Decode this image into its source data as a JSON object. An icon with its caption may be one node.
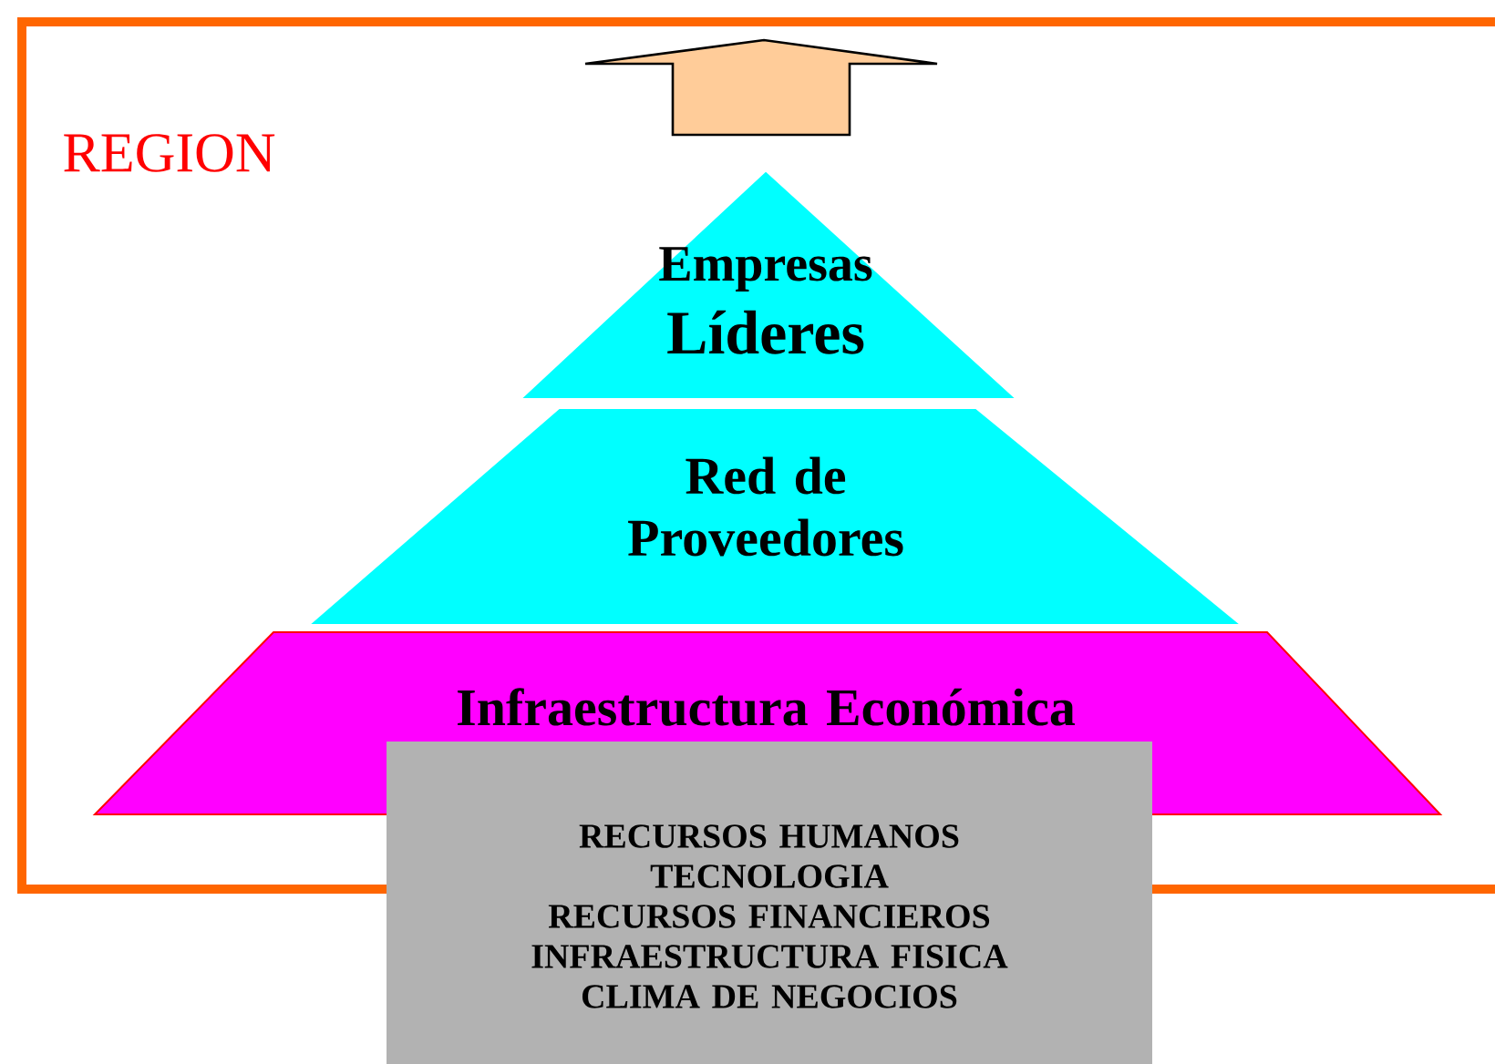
{
  "diagram": {
    "nodes": [
      {
        "text": [
          "REGION"
        ]
      },
      {
        "text": [
          "Empresas",
          "Líderes"
        ],
        "in": 0
      },
      {
        "text": [
          "Red de Proveedores"
        ],
        "in": 0
      },
      {
        "text": [
          "Infraestructura Económica"
        ],
        "in": 0
      },
      {
        "text": [
          "RECURSOS HUMANOS",
          "TECNOLOGIA",
          "RECURSOS FINANCIEROS",
          "INFRAESTRUCTURA FISICA",
          "CLIMA DE NEGOCIOS"
        ]
      }
    ],
    "edges": []
  }
}
